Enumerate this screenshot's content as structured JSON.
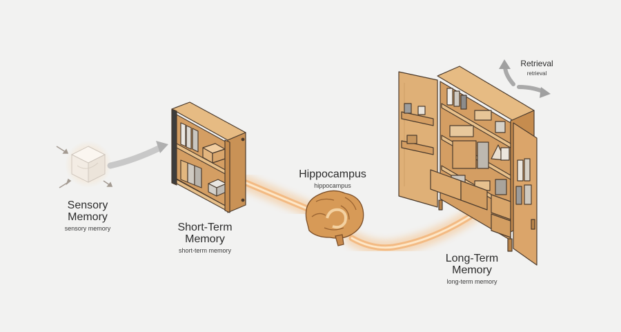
{
  "stages": {
    "sensory": {
      "title_line1": "Sensory",
      "title_line2": "Memory",
      "subtitle": "sensory memory"
    },
    "short_term": {
      "title_line1": "Short-Term",
      "title_line2": "Memory",
      "subtitle": "short-term memory"
    },
    "hippocampus": {
      "title": "Hippocampus",
      "subtitle": "hippocampus"
    },
    "long_term": {
      "title_line1": "Long-Term",
      "title_line2": "Memory",
      "subtitle": "long-term memory"
    }
  },
  "retrieval": {
    "title": "Retrieval",
    "subtitle": "retrieval"
  },
  "colors": {
    "background": "#f2f2f1",
    "wood": "#d9a86c",
    "wood_dark": "#b9844a",
    "outline": "#4a3a2c",
    "glow": "#f3b978",
    "arrow_gray": "#a8a8a8"
  }
}
